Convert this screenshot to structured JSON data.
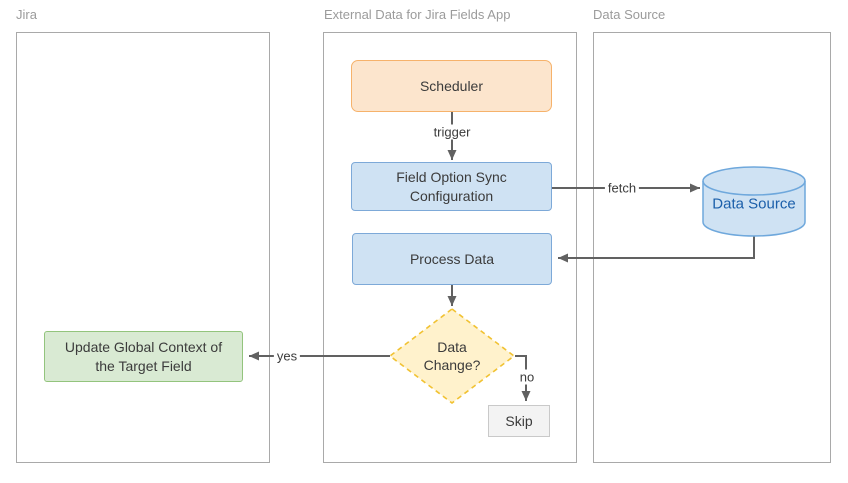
{
  "lanes": [
    {
      "title": "Jira"
    },
    {
      "title": "External Data for Jira Fields App"
    },
    {
      "title": "Data Source"
    }
  ],
  "nodes": {
    "scheduler": "Scheduler",
    "field_option_sync": "Field Option Sync Configuration",
    "process_data": "Process Data",
    "data_change": "Data Change?",
    "skip": "Skip",
    "update_global_context": "Update Global Context of the Target Field",
    "data_source_cylinder": "Data Source"
  },
  "edge_labels": {
    "trigger": "trigger",
    "fetch": "fetch",
    "yes": "yes",
    "no": "no"
  },
  "colors": {
    "lane_border": "#a9a9a9",
    "lane_title_text": "#9b9b9b",
    "node_text": "#3b3b3b",
    "orange_fill": "#fce5cd",
    "orange_border": "#f6b26b",
    "blue_fill": "#cfe2f3",
    "blue_border": "#7da9d8",
    "green_fill": "#d9ead3",
    "green_border": "#93c47d",
    "yellow_fill": "#fff2cc",
    "yellow_border": "#f1c232",
    "gray_fill": "#f3f3f3",
    "gray_border": "#c9c9c9",
    "cylinder_text": "#1b5faa",
    "connector": "#616161"
  }
}
